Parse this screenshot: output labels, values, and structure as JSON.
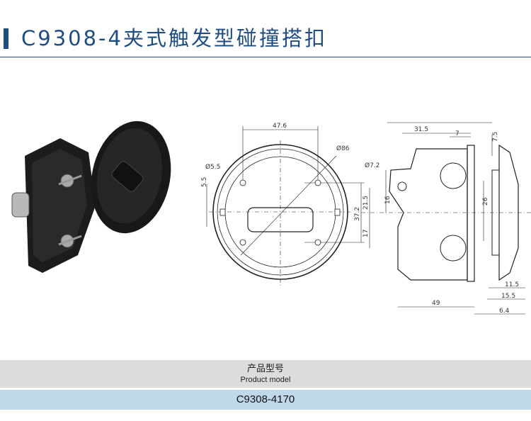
{
  "header": {
    "title": "C9308-4夹式触发型碰撞搭扣"
  },
  "front_view": {
    "width": "47.6",
    "diameter": "Ø86",
    "hole": "Ø5.5",
    "offset": "5.5",
    "height": "37.2"
  },
  "side_view": {
    "hole": "Ø7.2",
    "d31_5": "31.5",
    "d7": "7",
    "d7_5": "7.5",
    "d16": "16",
    "d21_5": "21.5",
    "d17": "17",
    "d26": "26",
    "d49": "49",
    "d11_5": "11.5",
    "d15_5": "15.5",
    "d6_4": "6.4"
  },
  "table": {
    "header_cn": "产品型号",
    "header_en": "Product model",
    "model": "C9308-4170"
  }
}
